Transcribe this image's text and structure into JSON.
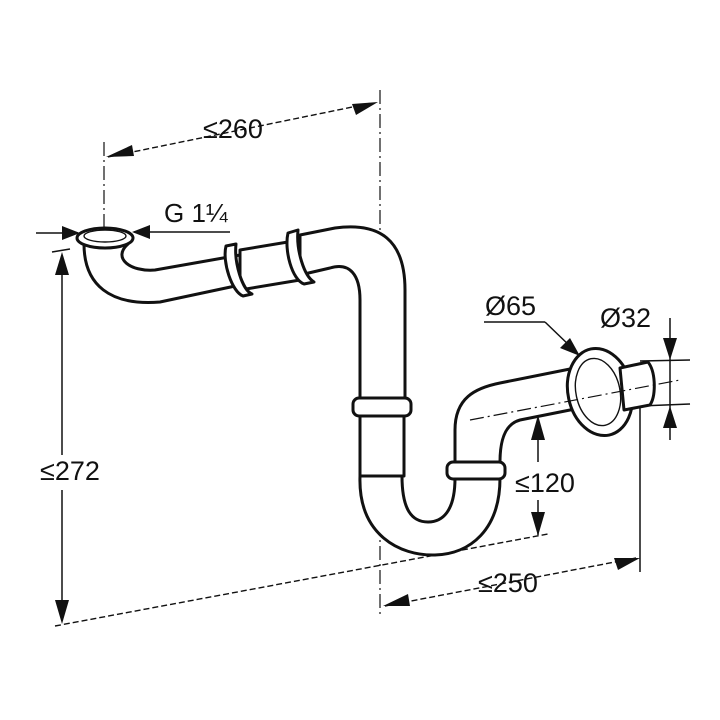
{
  "diagram": {
    "subject": "Pipe siphon trap (bottle-free S/P trap) dimension drawing",
    "labels": {
      "width_top": "≤260",
      "thread": "G 1¼",
      "height_total": "≤272",
      "rosette_diameter": "Ø65",
      "outlet_diameter": "Ø32",
      "outlet_height": "≤120",
      "width_bottom": "≤250"
    }
  }
}
